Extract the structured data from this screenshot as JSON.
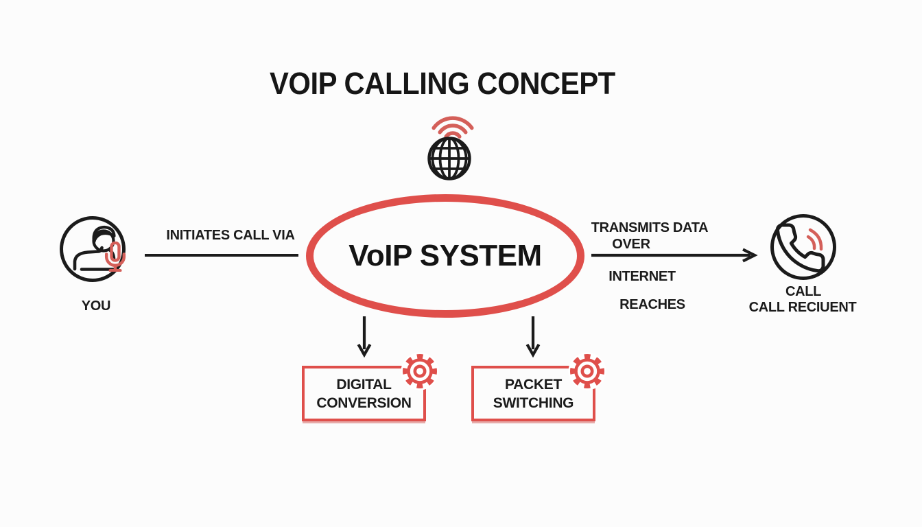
{
  "title": "VOIP CALLING CONCEPT",
  "colors": {
    "accent_red": "#df4f4b",
    "soft_red": "#d45f59",
    "ink": "#1b1b1b",
    "background": "#fcfcfc"
  },
  "icons": {
    "internet": "globe-icon",
    "internet_signal": "wifi-signal-icon",
    "caller": "person-icon",
    "caller_voice": "microphone-icon",
    "recipient": "phone-handset-icon",
    "recipient_signal": "sound-waves-icon",
    "process": "gear-icon"
  },
  "caller": {
    "label": "YOU"
  },
  "system": {
    "label": "VoIP SYSTEM"
  },
  "recipient": {
    "line1": "CALL",
    "line2": "CALL RECIUENT"
  },
  "edge_initiates": {
    "label": "INITIATES CALL VIA"
  },
  "edge_transmits": {
    "line1": "TRANSMITS DATA",
    "line2": "OVER",
    "line3": "INTERNET",
    "line4": "REACHES"
  },
  "process_left": {
    "line1": "DIGITAL",
    "line2": "CONVERSION"
  },
  "process_right": {
    "line1": "PACKET",
    "line2": "SWITCHING"
  }
}
